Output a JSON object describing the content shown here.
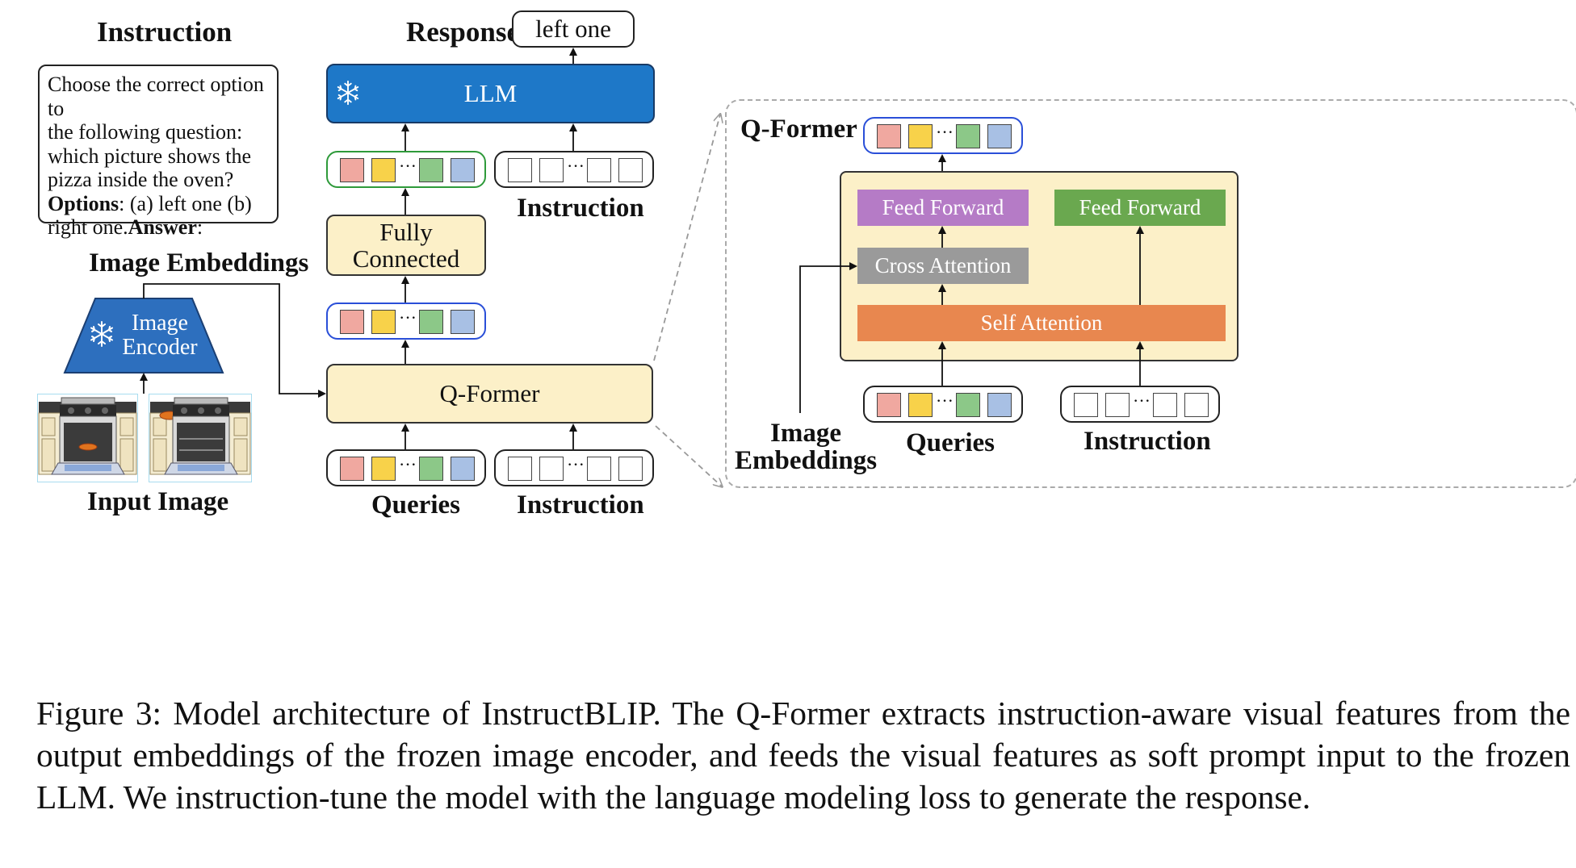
{
  "labels": {
    "instruction_title": "Instruction",
    "response": "Response",
    "response_value": "left one",
    "llm": "LLM",
    "fully_connected_line1": "Fully",
    "fully_connected_line2": "Connected",
    "instruction_mid": "Instruction",
    "image_embeddings": "Image Embeddings",
    "image_encoder_line1": "Image",
    "image_encoder_line2": "Encoder",
    "qformer": "Q-Former",
    "input_image": "Input Image",
    "queries": "Queries",
    "instruction_bottom": "Instruction"
  },
  "instruction_box": {
    "line1": "Choose the correct option to",
    "line2": "the following question:",
    "line3": "which picture shows the",
    "line4": "pizza inside the oven?",
    "options_bold": "Options",
    "options_rest": ": (a) left one (b)",
    "line6_start": "right one.",
    "answer_bold": "Answer",
    "answer_colon": ":"
  },
  "qformer_detail": {
    "title": "Q-Former",
    "feed_forward_left": "Feed Forward",
    "feed_forward_right": "Feed Forward",
    "cross_attention": "Cross Attention",
    "self_attention": "Self Attention",
    "image_embeddings_line1": "Image",
    "image_embeddings_line2": "Embeddings",
    "queries": "Queries",
    "instruction": "Instruction"
  },
  "token_ellipsis": "···",
  "colors": {
    "llm_blue": "#1e78c8",
    "encoder_blue": "#2d6fbe",
    "qformer_yellow": "#fcf0c8",
    "feed_forward_purple": "#b57bc6",
    "feed_forward_green": "#6aa84f",
    "cross_attention_gray": "#9a9a9a",
    "self_attention_orange": "#e8874f",
    "token_red": "#f0a8a0",
    "token_yellow": "#f8d24a",
    "token_green": "#8cc888",
    "token_blue": "#a8c0e4",
    "query_border_blue": "#2a4fd8",
    "proj_border_green": "#2e9a3a"
  },
  "icons": [
    "snowflake-icon",
    "oven-image"
  ],
  "caption": "Figure 3: Model architecture of InstructBLIP. The Q-Former extracts instruction-aware visual features from the output embeddings of the frozen image encoder, and feeds the visual features as soft prompt input to the frozen LLM. We instruction-tune the model with the language modeling loss to generate the response."
}
